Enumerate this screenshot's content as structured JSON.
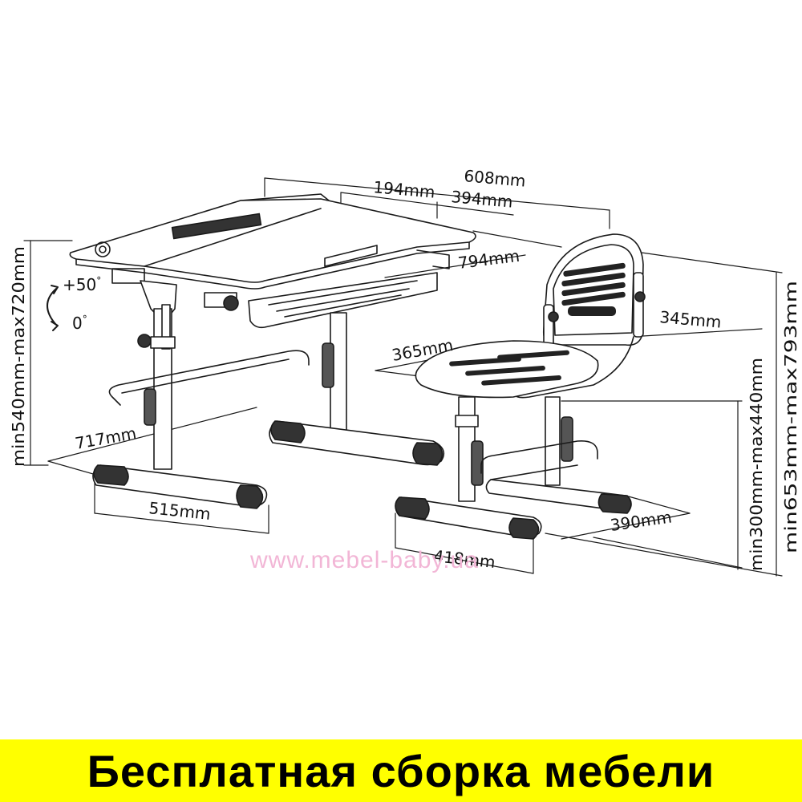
{
  "dimensions": {
    "width_total": "608mm",
    "width_part1": "194mm",
    "width_part2": "394mm",
    "depth_top": "794mm",
    "tilt_up": "+50",
    "tilt_zero": "0",
    "desk_height": "min540mm-max720mm",
    "desk_foot_depth": "717mm",
    "desk_base_width": "515mm",
    "seat_width": "365mm",
    "back_depth": "345mm",
    "seat_height": "min300mm-max440mm",
    "chair_height": "min653mm-max793mm",
    "chair_base_depth": "390mm",
    "chair_base_width": "418mm"
  },
  "watermark": "www.mebel-baby.ua",
  "banner": {
    "text": "Бесплатная сборка мебели",
    "background": "#ffff00"
  },
  "colors": {
    "line": "#1a1a1a",
    "fill_dark": "#444444",
    "watermark": "#f2b6d6"
  }
}
